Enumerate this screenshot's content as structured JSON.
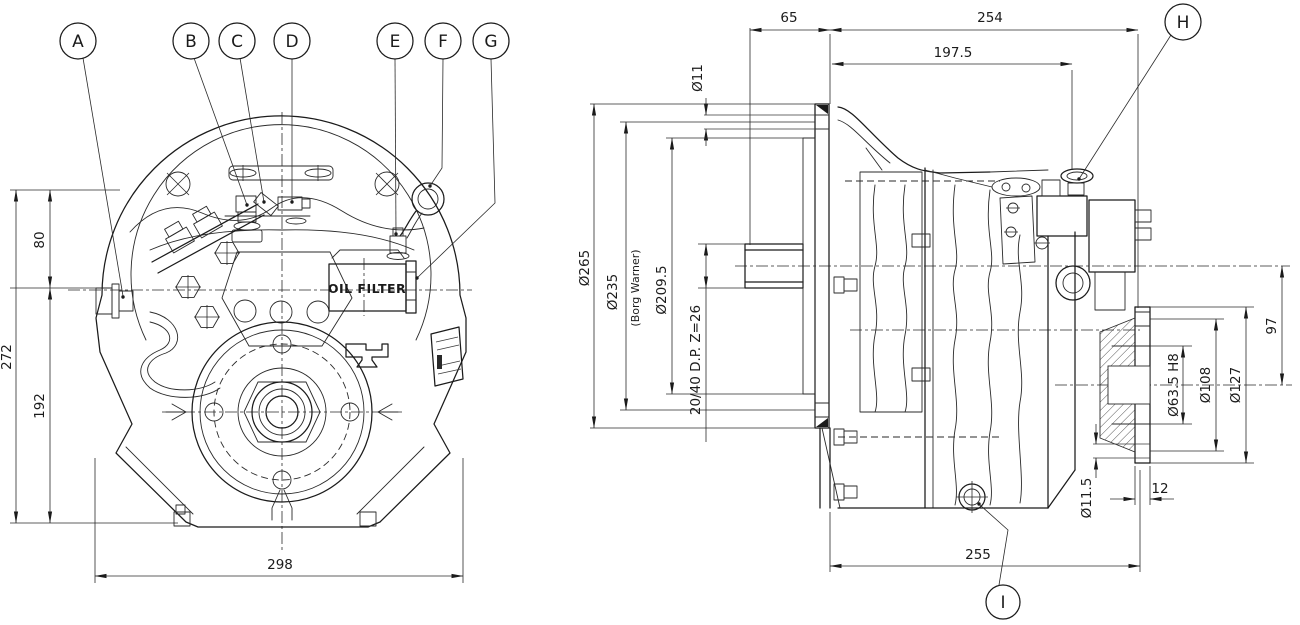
{
  "drawing": {
    "front": {
      "callouts": {
        "a": "A",
        "b": "B",
        "c": "C",
        "d": "D",
        "e": "E",
        "f": "F",
        "g": "G"
      },
      "dims": {
        "height_upper": "80",
        "height_lower": "192",
        "height_total": "272",
        "width_overall": "298"
      },
      "labels": {
        "oil_filter": "OIL FILTER"
      }
    },
    "side": {
      "callouts": {
        "h": "H",
        "i": "I"
      },
      "dims": {
        "bell_depth": "65",
        "length_top": "254",
        "breather_position": "197.5",
        "flange_bolt_hole": "Ø11",
        "flange_od": "Ø265",
        "bolt_circle": "Ø235",
        "bolt_circle_note": "(Borg Warner)",
        "pilot_dia": "Ø209.5",
        "input_spline": "20/40 D.P.  Z=26",
        "center_distance": "97",
        "output_bore": "Ø63.5  H8",
        "output_bolt_circle": "Ø108",
        "output_flange_od": "Ø127",
        "output_bolt_hole": "Ø11.5",
        "output_flange_thickness": "12",
        "length_bottom": "255"
      }
    }
  }
}
